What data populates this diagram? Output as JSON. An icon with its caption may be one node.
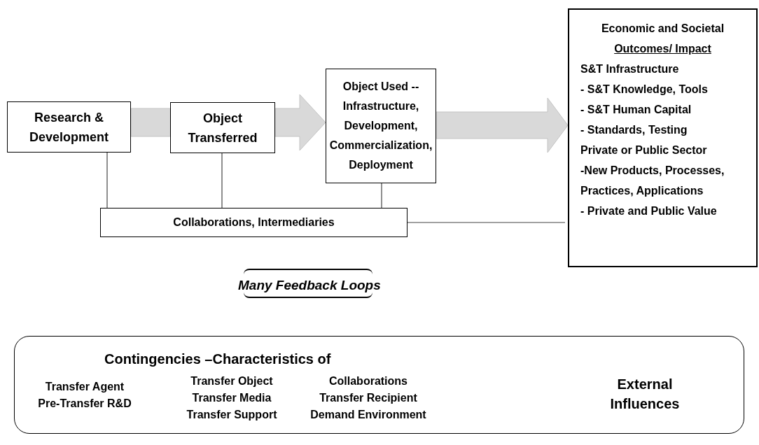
{
  "diagram": {
    "nodes": [
      {
        "text": [
          "Research & Development"
        ]
      },
      {
        "text": [
          "Object Transferred"
        ]
      },
      {
        "text": [
          "Object Used -- Infrastructure, Development, Commercialization, Deployment"
        ]
      },
      {
        "text": [
          "Economic and Societal",
          "Outcomes/ Impact",
          "S&T Infrastructure",
          "- S&T Knowledge, Tools",
          "- S&T Human Capital",
          "- Standards, Testing",
          "Private or Public Sector",
          "-New Products, Processes, Practices, Applications",
          "- Private and Public Value"
        ]
      },
      {
        "text": [
          "Collaborations, Intermediaries"
        ]
      },
      {
        "text": [
          "Contingencies –Characteristics of",
          "Transfer Agent",
          "Pre-Transfer R&D",
          "Transfer Object",
          "Transfer Media",
          "Transfer Support",
          "Collaborations",
          "Transfer Recipient",
          "Demand Environment",
          "External Influences"
        ]
      }
    ],
    "edges": [
      {
        "from": 0,
        "to": 1,
        "arrow": "none",
        "style": "thick",
        "color": "#d9d9d9"
      },
      {
        "from": 1,
        "to": 2,
        "arrow": "to",
        "style": "thick",
        "color": "#d9d9d9"
      },
      {
        "from": 2,
        "to": 3,
        "arrow": "to",
        "style": "thick",
        "color": "#d9d9d9"
      },
      {
        "from": 0,
        "to": 4,
        "arrow": "none"
      },
      {
        "from": 1,
        "to": 4,
        "arrow": "none"
      },
      {
        "from": 2,
        "to": 4,
        "arrow": "none"
      },
      {
        "from": 4,
        "to": 3,
        "arrow": "none"
      }
    ],
    "labels": [
      "Many Feedback Loops"
    ]
  }
}
